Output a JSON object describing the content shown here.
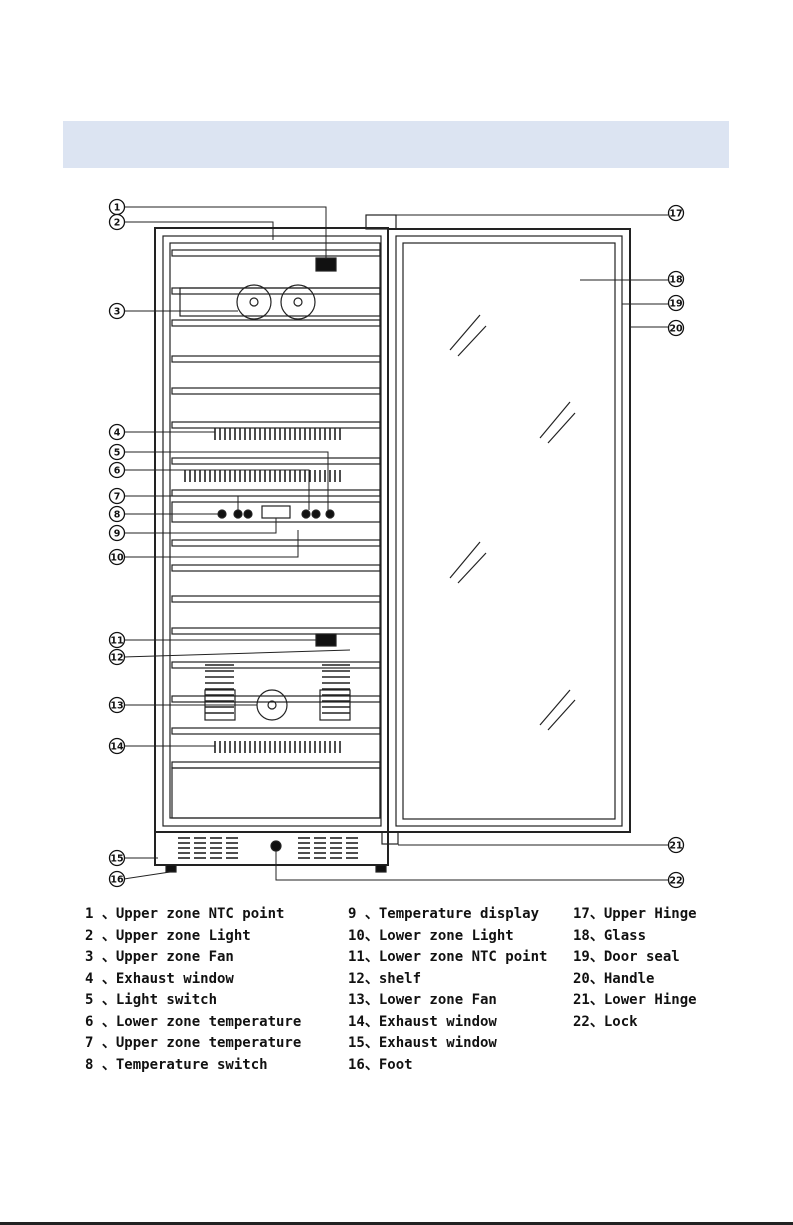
{
  "header_band": {
    "color": "#dce4f2"
  },
  "callouts": [
    "1",
    "2",
    "3",
    "4",
    "5",
    "6",
    "7",
    "8",
    "9",
    "10",
    "11",
    "12",
    "13",
    "14",
    "15",
    "16",
    "17",
    "18",
    "19",
    "20",
    "21",
    "22"
  ],
  "legend": {
    "col1": [
      "1 、Upper zone NTC point",
      "2 、Upper zone Light",
      "3 、Upper zone Fan",
      "4 、Exhaust window",
      "5 、Light switch",
      "6 、Lower zone temperature",
      "7 、Upper zone temperature",
      "8 、Temperature switch"
    ],
    "col2": [
      "9 、Temperature display",
      "10、Lower zone Light",
      "11、Lower zone NTC point",
      "12、shelf",
      "13、Lower zone Fan",
      "14、Exhaust window",
      "15、Exhaust window",
      "16、Foot"
    ],
    "col3": [
      "17、Upper Hinge",
      "18、Glass",
      "19、Door seal",
      "20、Handle",
      "21、Lower Hinge",
      "22、Lock"
    ]
  }
}
